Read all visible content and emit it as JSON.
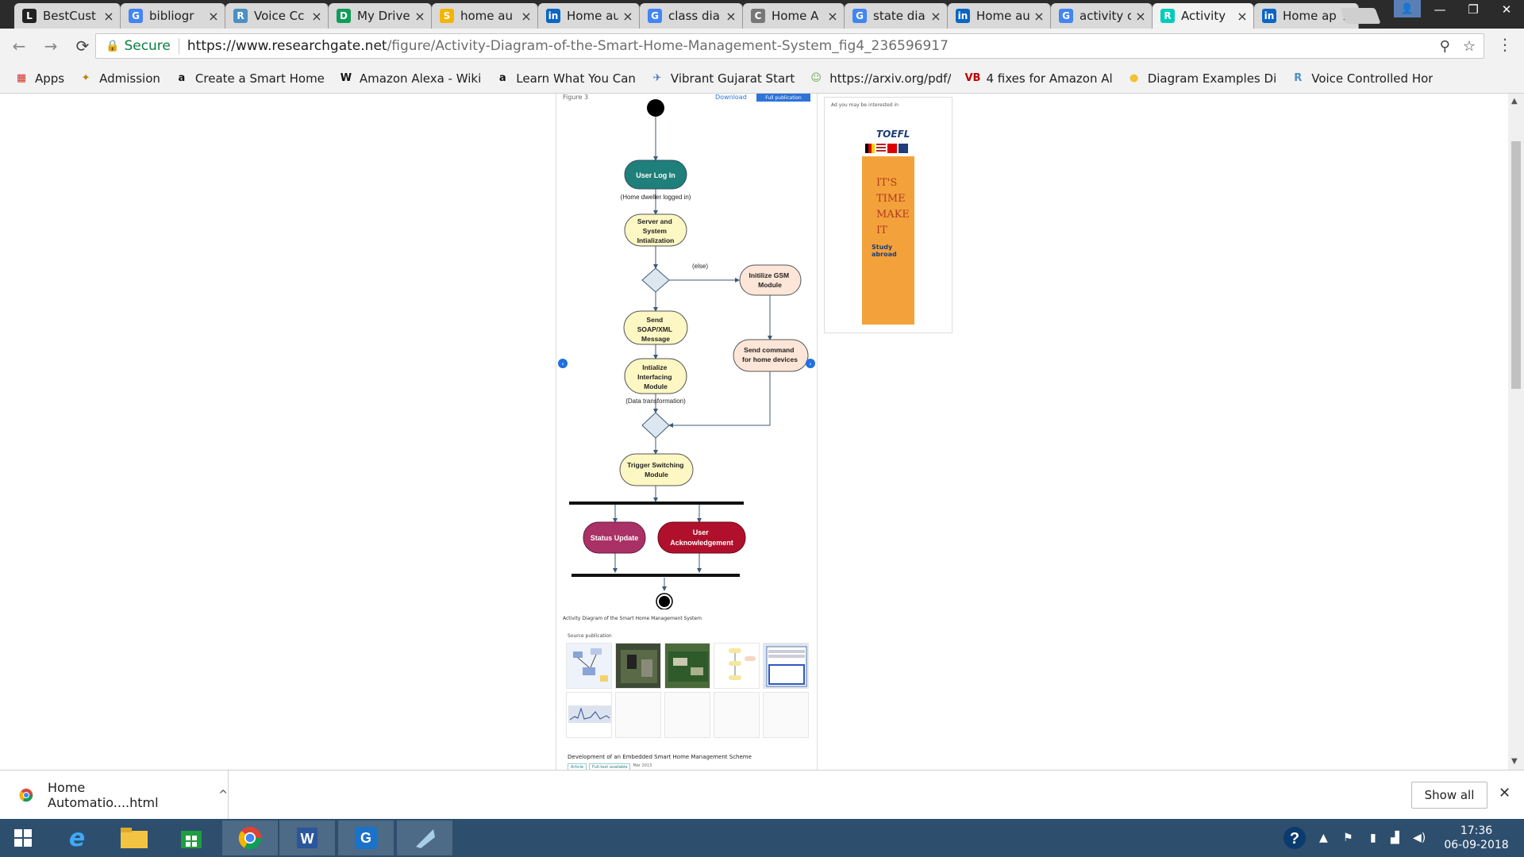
{
  "tabs": [
    {
      "title": "BestCust",
      "icon": "L",
      "color": "#222222"
    },
    {
      "title": "bibliogr",
      "icon": "G",
      "color": "#4285f4"
    },
    {
      "title": "Voice Cc",
      "icon": "R",
      "color": "#4a90c2"
    },
    {
      "title": "My Drive",
      "icon": "D",
      "color": "#0f9d58"
    },
    {
      "title": "home au",
      "icon": "S",
      "color": "#f4b400"
    },
    {
      "title": "Home au",
      "icon": "in",
      "color": "#0a66c2"
    },
    {
      "title": "class dia",
      "icon": "G",
      "color": "#4285f4"
    },
    {
      "title": "Home A",
      "icon": "C",
      "color": "#777777"
    },
    {
      "title": "state dia",
      "icon": "G",
      "color": "#4285f4"
    },
    {
      "title": "Home au",
      "icon": "in",
      "color": "#0a66c2"
    },
    {
      "title": "activity c",
      "icon": "G",
      "color": "#4285f4"
    },
    {
      "title": "Activity",
      "icon": "R",
      "color": "#00ccbb"
    },
    {
      "title": "Home ap",
      "icon": "in",
      "color": "#0a66c2"
    }
  ],
  "window": {
    "minimize": "—",
    "maximize": "❐",
    "close": "✕",
    "user": "👤"
  },
  "toolbar": {
    "back": "←",
    "forward": "→",
    "reload": "⟳",
    "secure_label": "Secure",
    "url_scheme_host": "https://www.researchgate.net",
    "url_path": "/figure/Activity-Diagram-of-the-Smart-Home-Management-System_fig4_236596917",
    "zoom_icon": "⚲",
    "star_icon": "☆",
    "menu": "⋮"
  },
  "bookmarks": [
    {
      "label": "Apps",
      "icon": "▦",
      "color": "#d93025"
    },
    {
      "label": "Admission",
      "icon": "✦",
      "color": "#b8860b"
    },
    {
      "label": "Create a Smart Home",
      "icon": "a",
      "color": "#111111"
    },
    {
      "label": "Amazon Alexa - Wiki",
      "icon": "W",
      "color": "#111111"
    },
    {
      "label": "Learn What You Can",
      "icon": "a",
      "color": "#111111"
    },
    {
      "label": "Vibrant Gujarat Start",
      "icon": "✈",
      "color": "#4a7ab5"
    },
    {
      "label": "https://arxiv.org/pdf/",
      "icon": "☺",
      "color": "#6aa84f"
    },
    {
      "label": "4 fixes for Amazon Al",
      "icon": "VB",
      "color": "#c00000"
    },
    {
      "label": "Diagram Examples Di",
      "icon": "●",
      "color": "#f1c232"
    },
    {
      "label": "Voice Controlled Hor",
      "icon": "R",
      "color": "#4a90c2"
    }
  ],
  "figure_page": {
    "figure_label": "Figure 3",
    "download": "Download",
    "full_publication": "Full publication",
    "caption": "Activity Diagram of the Smart Home Management System",
    "source_label": "Source publication",
    "pub_title": "Development of an Embedded Smart Home Management Scheme",
    "tags": [
      "Article",
      "Full-text available",
      "Mar 2013"
    ],
    "prev": "‹",
    "next": "›"
  },
  "diagram": {
    "nodes": {
      "login": "User Log In",
      "server": [
        "Server and",
        "System",
        "Intialization"
      ],
      "gsm": [
        "Initilize GSM",
        "Module"
      ],
      "soap": [
        "Send",
        "SOAP/XML",
        "Message"
      ],
      "command": [
        "Send command",
        "for home devices"
      ],
      "interface": [
        "Intialize",
        "Interfacing",
        "Module"
      ],
      "trigger": [
        "Trigger Switching",
        "Module"
      ],
      "status": "Status Update",
      "ack": [
        "User",
        "Acknowledgement"
      ]
    },
    "labels": {
      "logged_in": "(Home dweller logged in)",
      "else": "(else)",
      "transform": "(Data transformation)"
    },
    "colors": {
      "login_fill": "#1f7f7a",
      "yellow_fill": "#fdf7c3",
      "peach_fill": "#fde6d8",
      "status_fill": "#a93165",
      "ack_fill": "#b0102c",
      "edge": "#3d5a73"
    }
  },
  "ad": {
    "label": "Ad you may be interested in",
    "brand": "TOEFL",
    "line1": "IT'S TIME",
    "line2": "MAKE IT",
    "sub": "Study abroad"
  },
  "download_bar": {
    "file": "Home Automatio....html",
    "chevron": "^",
    "show_all": "Show all",
    "close": "✕"
  },
  "taskbar": {
    "time": "17:36",
    "date": "06-09-2018",
    "apps": [
      "windows-start",
      "internet-explorer",
      "file-explorer",
      "store",
      "chrome",
      "word",
      "pdf-tool",
      "notes"
    ]
  }
}
